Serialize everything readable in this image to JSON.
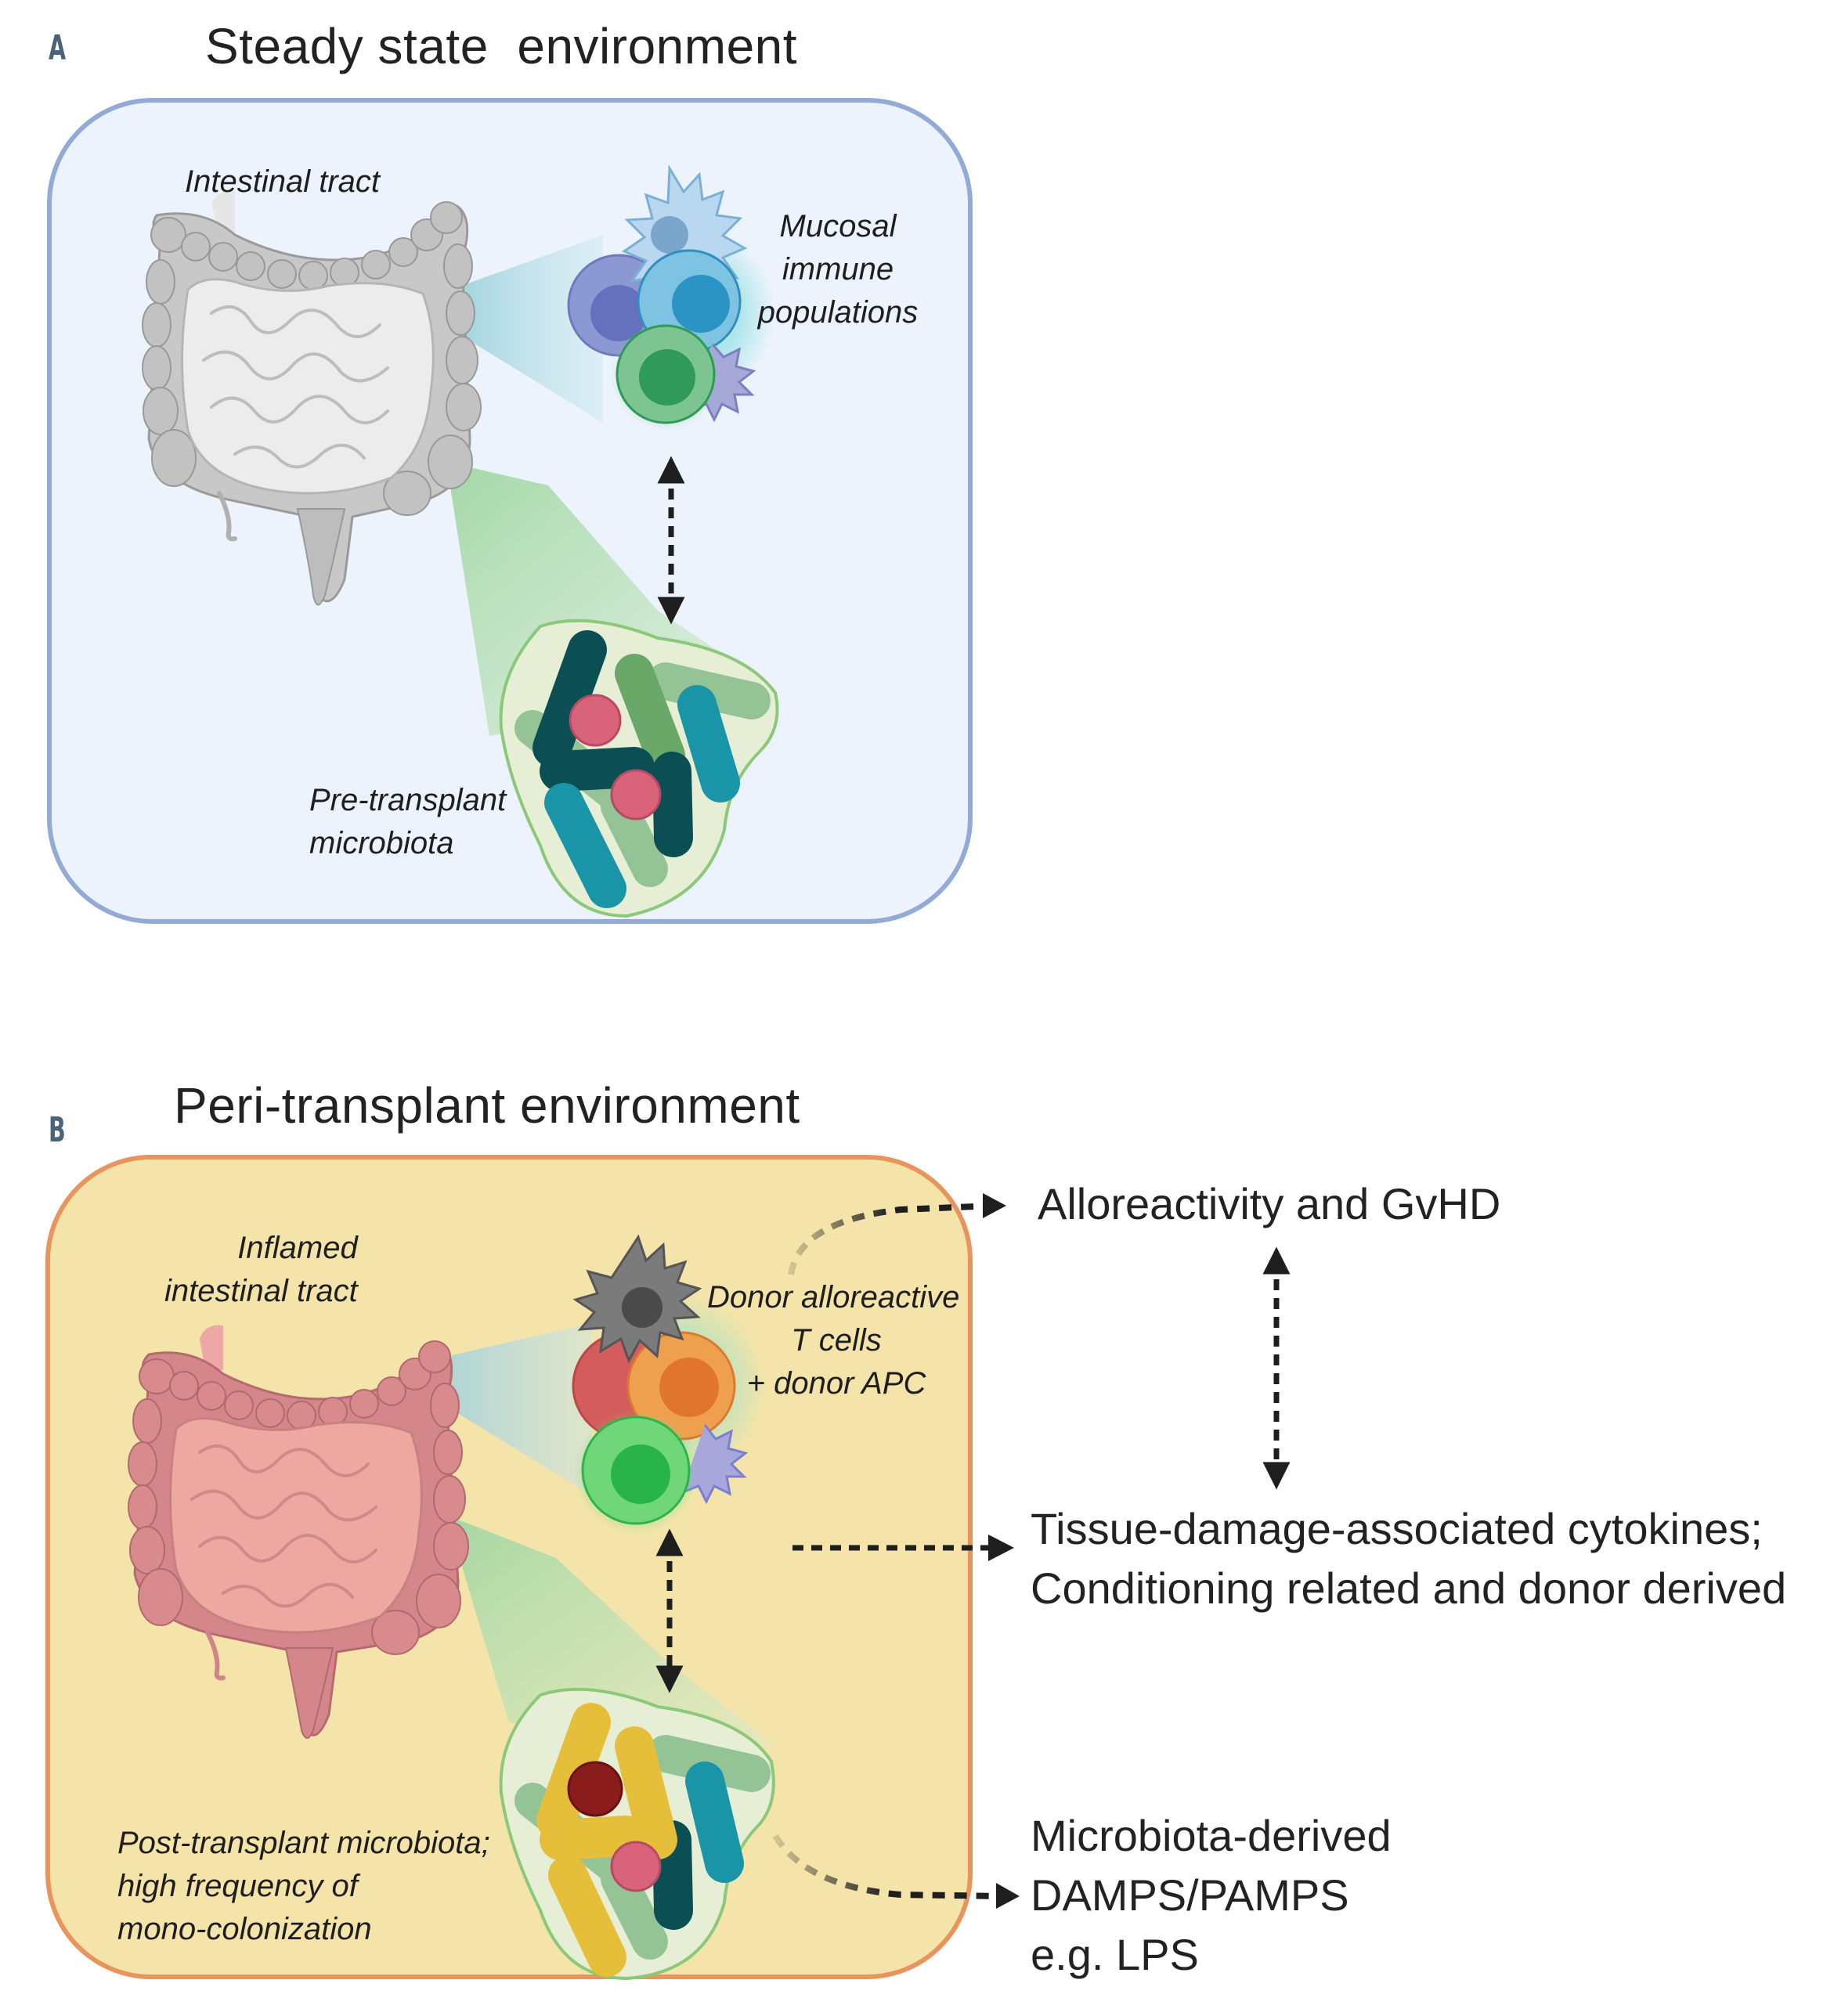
{
  "panels": {
    "a": {
      "letter": "A",
      "title": "Steady state  environment",
      "colors": {
        "fill": "#ecf3fc",
        "border": "#93a9d6"
      },
      "labels": {
        "intestine": "Intestinal tract",
        "immune_line1": "Mucosal",
        "immune_line2": "immune",
        "immune_line3": "populations",
        "microbiota_line1": "Pre-transplant",
        "microbiota_line2": "microbiota"
      }
    },
    "b": {
      "letter": "B",
      "title": "Peri-transplant environment",
      "colors": {
        "fill": "#f4e4a9",
        "border": "#e8955d"
      },
      "labels": {
        "intestine_line1": "Inflamed",
        "intestine_line2": "intestinal tract",
        "immune_line1": "Donor alloreactive",
        "immune_line2": "T cells",
        "immune_line3": "+ donor APC",
        "microbiota_line1": "Post-transplant microbiota;",
        "microbiota_line2": "high frequency of",
        "microbiota_line3": "mono-colonization"
      }
    }
  },
  "outcomes": {
    "alloreactivity": "Alloreactivity and GvHD",
    "cytokines_line1": "Tissue-damage-associated cytokines;",
    "cytokines_line2": "Conditioning related and donor derived",
    "damps_line1": "Microbiota-derived",
    "damps_line2": "DAMPS/PAMPS",
    "damps_line3": "e.g. LPS"
  },
  "colors": {
    "letter": "#4a6378",
    "arrow": "#1e1e1e",
    "intestine_gray": "#c9c9c9",
    "intestine_pink": "#d98a8a",
    "bacteria_teal_dark": "#0b4f55",
    "bacteria_teal": "#1a95a8",
    "bacteria_green": "#6aa86a",
    "bacteria_yellow": "#e6bf3a",
    "coccus_pink": "#d9637a",
    "coccus_dark_red": "#8a1c1c"
  }
}
